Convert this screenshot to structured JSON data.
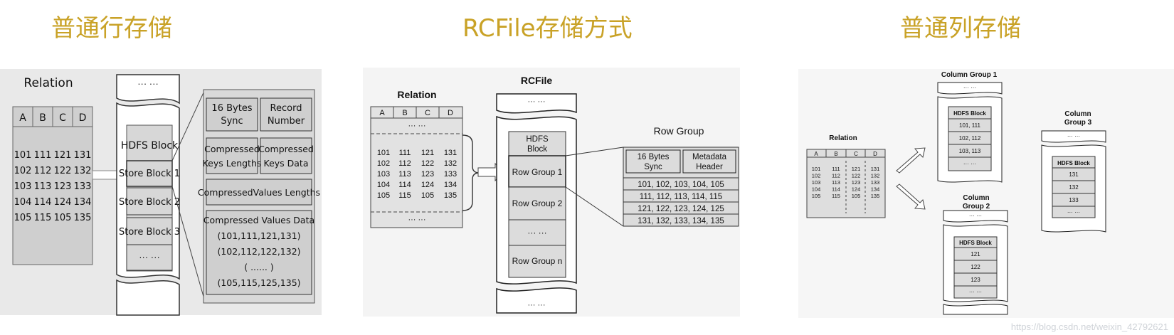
{
  "titles": {
    "row_storage": "普通行存储",
    "rcfile": "RCFile存储方式",
    "column_storage": "普通列存储"
  },
  "row_diagram": {
    "relation_label": "Relation",
    "columns": [
      "A",
      "B",
      "C",
      "D"
    ],
    "rows": [
      [
        "101",
        "111",
        "121",
        "131"
      ],
      [
        "102",
        "112",
        "122",
        "132"
      ],
      [
        "103",
        "113",
        "123",
        "133"
      ],
      [
        "104",
        "114",
        "124",
        "134"
      ],
      [
        "105",
        "115",
        "105",
        "135"
      ]
    ],
    "ellipsis": "··· ···",
    "hdfs_block": "HDFS Block",
    "store_blocks": [
      "Store Block 1",
      "Store Block 2",
      "Store Block 3"
    ],
    "sync_line1": "16 Bytes",
    "sync_line2": "Sync",
    "record_line1": "Record",
    "record_line2": "Number",
    "ckl_line1": "Compressed",
    "ckl_line2": "Keys Lengths",
    "ckd_line1": "Compressed",
    "ckd_line2": "Keys  Data",
    "cvl": "CompressedValues Lengths",
    "cvd_title": "Compressed Values Data",
    "cvd_values": [
      "(101,111,121,131)",
      "(102,112,122,132)",
      "(          ......         )",
      "(105,115,125,135)"
    ]
  },
  "rcfile_diagram": {
    "relation_label": "Relation",
    "columns": [
      "A",
      "B",
      "C",
      "D"
    ],
    "rows": [
      [
        "101",
        "111",
        "121",
        "131"
      ],
      [
        "102",
        "112",
        "122",
        "132"
      ],
      [
        "103",
        "113",
        "123",
        "133"
      ],
      [
        "104",
        "114",
        "124",
        "134"
      ],
      [
        "105",
        "115",
        "105",
        "135"
      ]
    ],
    "ellipsis": "··· ···",
    "rcfile_label": "RCFile",
    "hdfs_line1": "HDFS",
    "hdfs_line2": "Block",
    "row_groups": [
      "Row Group 1",
      "Row Group 2",
      "··· ···",
      "Row Group n"
    ],
    "row_group_label": "Row Group",
    "sync_line1": "16 Bytes",
    "sync_line2": "Sync",
    "meta_line1": "Metadata",
    "meta_line2": "Header",
    "rg_rows": [
      "101, 102, 103, 104, 105",
      "111, 112, 113, 114, 115",
      "121, 122, 123, 124, 125",
      "131, 132, 133, 134, 135"
    ]
  },
  "column_diagram": {
    "relation_label": "Relation",
    "columns": [
      "A",
      "B",
      "C",
      "D"
    ],
    "rows": [
      [
        "101",
        "111",
        "121",
        "131"
      ],
      [
        "102",
        "112",
        "122",
        "132"
      ],
      [
        "103",
        "113",
        "123",
        "133"
      ],
      [
        "104",
        "114",
        "124",
        "134"
      ],
      [
        "105",
        "115",
        "105",
        "135"
      ]
    ],
    "ellipsis": "··· ···",
    "hdfs_block": "HDFS Block",
    "cg1_label": "Column Group 1",
    "cg1_values": [
      "101, 111",
      "102, 112",
      "103, 113"
    ],
    "cg2_line1": "Column",
    "cg2_line2": "Group 2",
    "cg2_values": [
      "121",
      "122",
      "123"
    ],
    "cg3_line1": "Column",
    "cg3_line2": "Group 3",
    "cg3_values": [
      "131",
      "132",
      "133"
    ]
  },
  "watermark": "https://blog.csdn.net/weixin_42792621"
}
